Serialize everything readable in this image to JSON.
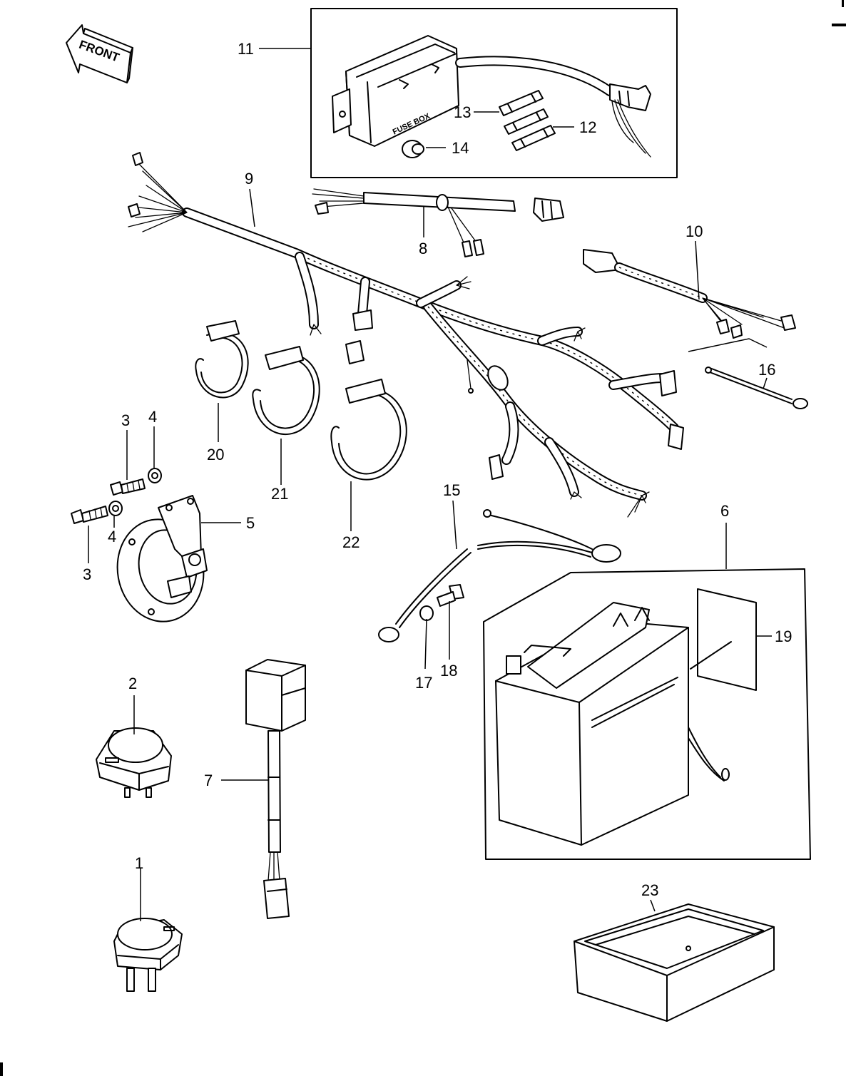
{
  "diagram": {
    "front_arrow": "FRONT",
    "fuse_box_text": "FUSE BOX",
    "callouts": {
      "c1": "1",
      "c2": "2",
      "c3a": "3",
      "c3b": "3",
      "c4a": "4",
      "c4b": "4",
      "c5": "5",
      "c6": "6",
      "c7": "7",
      "c8": "8",
      "c9": "9",
      "c10": "10",
      "c11": "11",
      "c12": "12",
      "c13": "13",
      "c14": "14",
      "c15": "15",
      "c16": "16",
      "c17": "17",
      "c18": "18",
      "c19": "19",
      "c20": "20",
      "c21": "21",
      "c22": "22",
      "c23": "23"
    },
    "icons": {
      "front_arrow": "arrow-left-icon",
      "fuse_box": "fuse-box-icon",
      "battery": "battery-icon",
      "horn": "horn-icon",
      "relay": "relay-icon",
      "harness": "wiring-harness-icon"
    }
  }
}
